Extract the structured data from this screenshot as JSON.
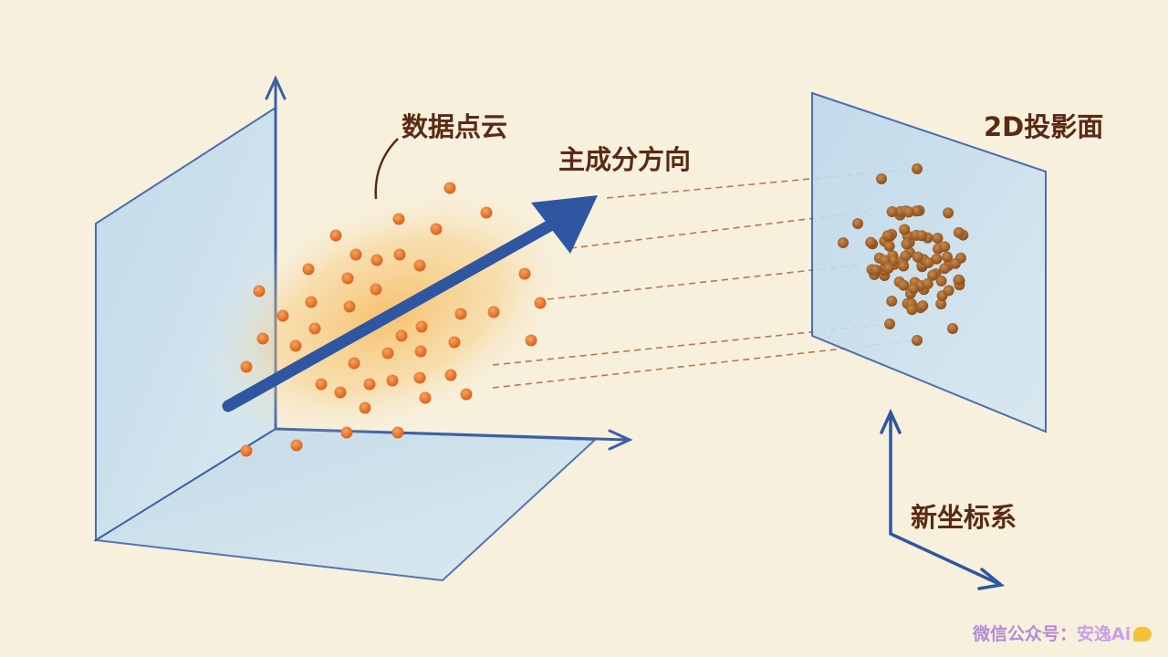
{
  "labels": {
    "data_cloud": "数据点云",
    "principal_direction": "主成分方向",
    "projection_plane": "2D投影面",
    "new_coordinate_system": "新坐标系"
  },
  "watermark": {
    "prefix": "微信公众号：",
    "brand": "安逸Ai"
  },
  "colors": {
    "background": "#f7f0dc",
    "plane_fill": "#c8e0ee",
    "axis_blue": "#3a5fa8",
    "arrow_blue": "#2f56a0",
    "cloud_glow": "#f6b24a",
    "point_orange": "#ea7a2a",
    "projected_point_brown": "#a8652a",
    "label_text": "#5a2a14",
    "dashed_line": "#b27a52",
    "watermark": "#b38ad6"
  }
}
